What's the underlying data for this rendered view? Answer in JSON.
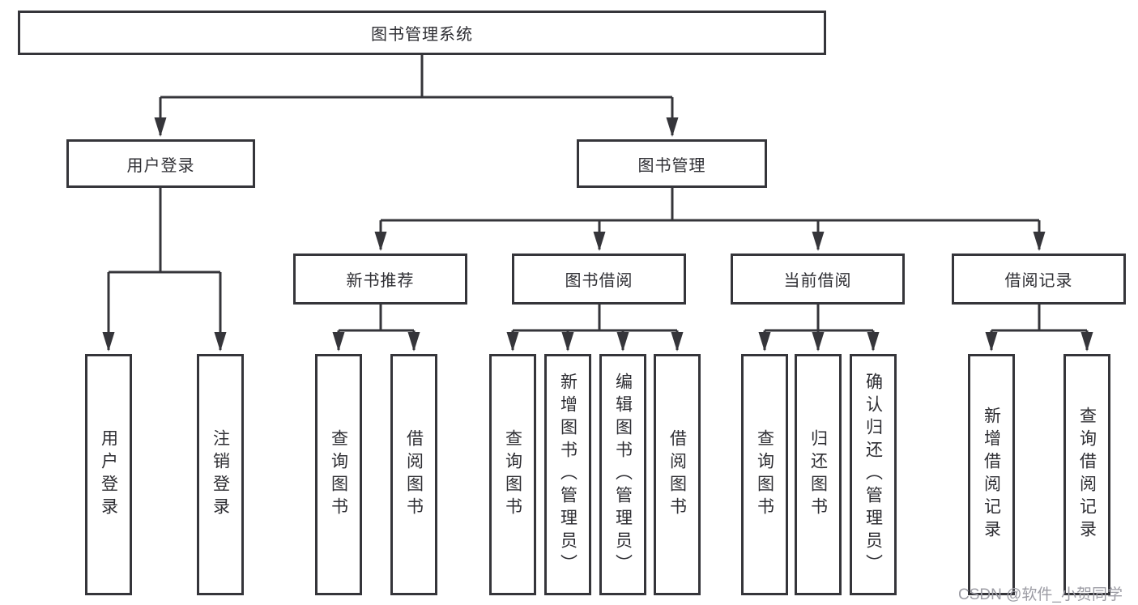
{
  "root": {
    "label": "图书管理系统"
  },
  "user_branch": {
    "label": "用户登录",
    "children": [
      "用户登录",
      "注销登录"
    ]
  },
  "book_branch": {
    "label": "图书管理",
    "sections": [
      {
        "label": "新书推荐",
        "children": [
          "查询图书",
          "借阅图书"
        ]
      },
      {
        "label": "图书借阅",
        "children": [
          "查询图书",
          "新增图书（管理员）",
          "编辑图书（管理员）",
          "借阅图书"
        ]
      },
      {
        "label": "当前借阅",
        "children": [
          "查询图书",
          "归还图书",
          "确认归还（管理员）"
        ]
      },
      {
        "label": "借阅记录",
        "children": [
          "新增借阅记录",
          "查询借阅记录"
        ]
      }
    ]
  },
  "watermark": "CSDN @软件_小贺同学",
  "colors": {
    "line": "#35353a",
    "text": "#2e2e33",
    "watermark": "#9c9ca4",
    "background": "#ffffff"
  }
}
